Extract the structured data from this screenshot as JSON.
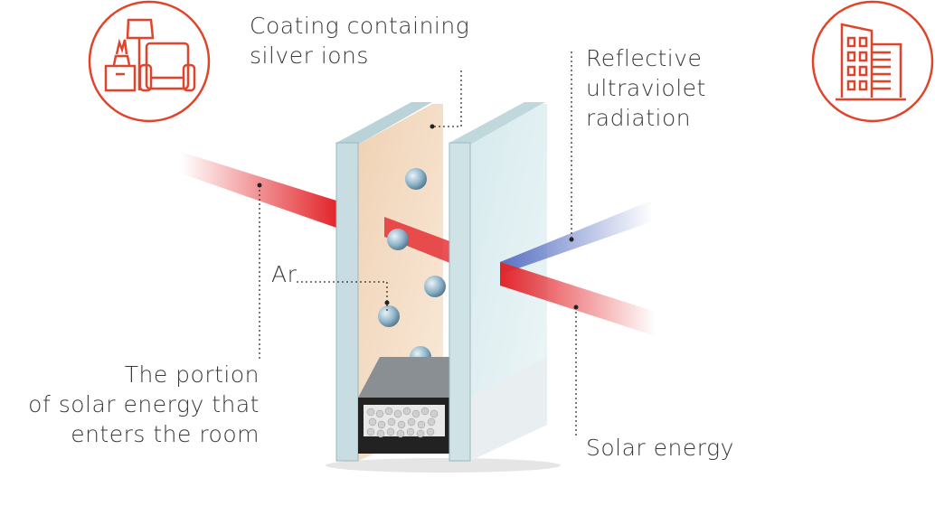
{
  "labels": {
    "coating": [
      "Coating containing",
      "silver ions"
    ],
    "reflective": [
      "Reflective",
      "ultraviolet",
      "radiation"
    ],
    "argon": "Ar",
    "portion": [
      "The portion",
      "of solar energy that",
      "enters the room"
    ],
    "solar": "Solar energy"
  },
  "icons": {
    "left": "living-room-icon",
    "right": "building-icon"
  },
  "colors": {
    "accent": "#e0452b",
    "solar_beam": "#e3262b",
    "uv_beam": "#6f83c9",
    "coating": "#f3d9c0",
    "glass": "#dfeef0"
  }
}
